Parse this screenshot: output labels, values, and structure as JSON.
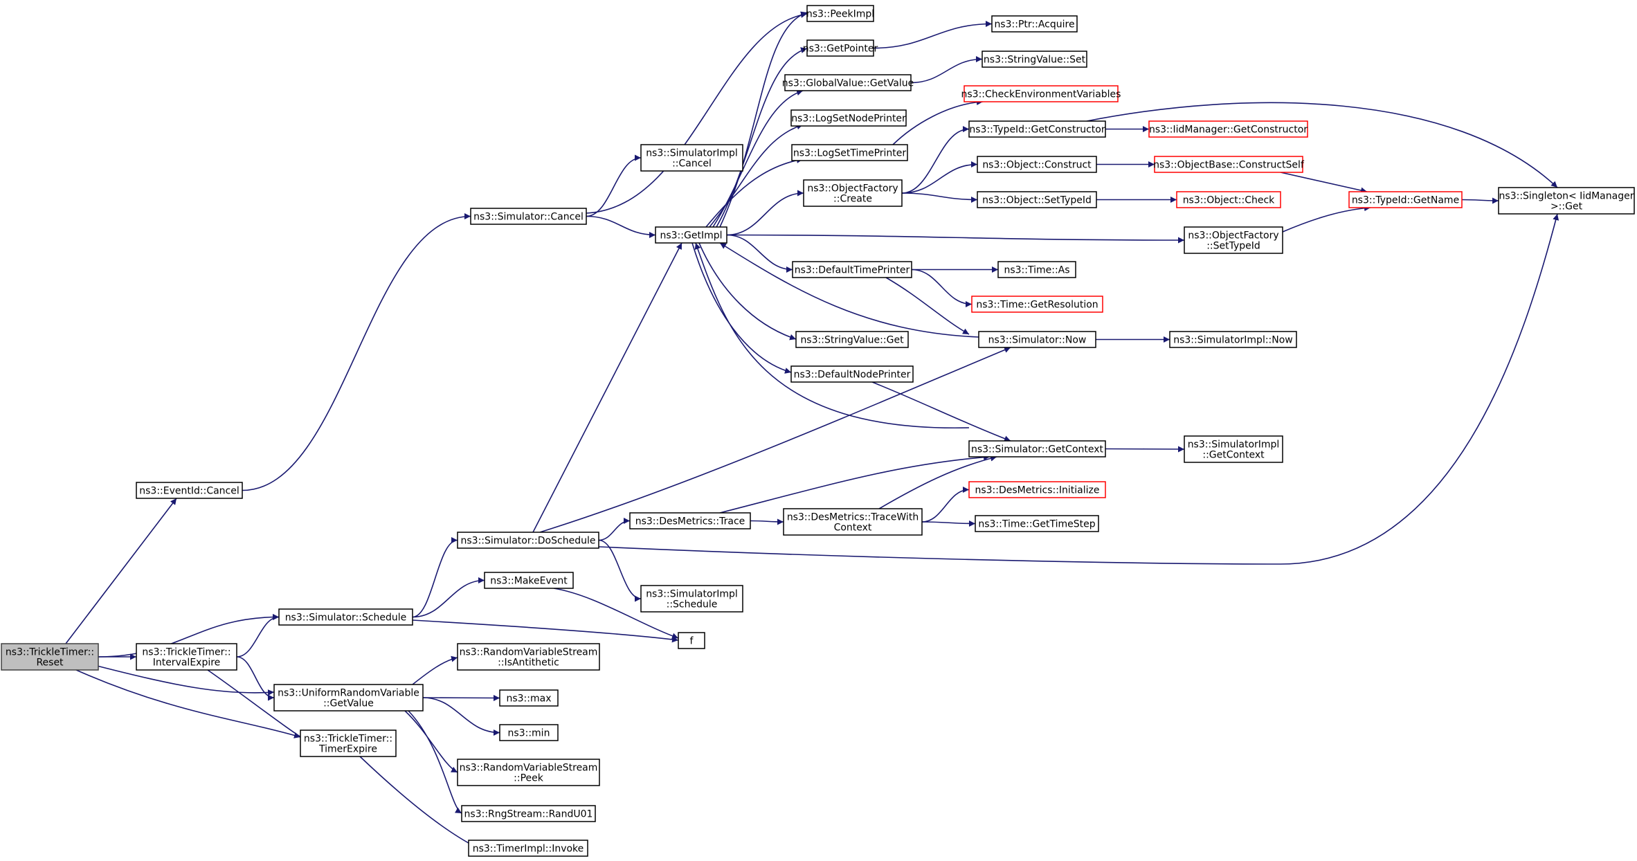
{
  "diagram": {
    "colors": {
      "edge": "#191970",
      "node_border": "#000000",
      "incomplete_border": "#ff0000",
      "root_fill": "#bfbfbf"
    },
    "nodes": [
      {
        "id": "reset",
        "lines": [
          "ns3::TrickleTimer::",
          "Reset"
        ],
        "style": "root"
      },
      {
        "id": "eventid_cancel",
        "lines": [
          "ns3::EventId::Cancel"
        ]
      },
      {
        "id": "interval_expire",
        "lines": [
          "ns3::TrickleTimer::",
          "IntervalExpire"
        ]
      },
      {
        "id": "sim_schedule",
        "lines": [
          "ns3::Simulator::Schedule"
        ]
      },
      {
        "id": "urv_getvalue",
        "lines": [
          "ns3::UniformRandomVariable",
          "::GetValue"
        ]
      },
      {
        "id": "timer_expire",
        "lines": [
          "ns3::TrickleTimer::",
          "TimerExpire"
        ]
      },
      {
        "id": "sim_cancel",
        "lines": [
          "ns3::Simulator::Cancel"
        ]
      },
      {
        "id": "sim_doschedule",
        "lines": [
          "ns3::Simulator::DoSchedule"
        ]
      },
      {
        "id": "makeevent",
        "lines": [
          "ns3::MakeEvent"
        ]
      },
      {
        "id": "rvs_isantithetic",
        "lines": [
          "ns3::RandomVariableStream",
          "::IsAntithetic"
        ]
      },
      {
        "id": "max",
        "lines": [
          "ns3::max"
        ]
      },
      {
        "id": "min",
        "lines": [
          "ns3::min"
        ]
      },
      {
        "id": "rvs_peek",
        "lines": [
          "ns3::RandomVariableStream",
          "::Peek"
        ]
      },
      {
        "id": "randu01",
        "lines": [
          "ns3::RngStream::RandU01"
        ]
      },
      {
        "id": "invoke",
        "lines": [
          "ns3::TimerImpl::Invoke"
        ]
      },
      {
        "id": "simimpl_cancel",
        "lines": [
          "ns3::SimulatorImpl",
          "::Cancel"
        ]
      },
      {
        "id": "getimpl",
        "lines": [
          "ns3::GetImpl"
        ]
      },
      {
        "id": "desmetrics_trace",
        "lines": [
          "ns3::DesMetrics::Trace"
        ]
      },
      {
        "id": "simimpl_schedule",
        "lines": [
          "ns3::SimulatorImpl",
          "::Schedule"
        ]
      },
      {
        "id": "f",
        "lines": [
          "f"
        ]
      },
      {
        "id": "peekimpl",
        "lines": [
          "ns3::PeekImpl"
        ]
      },
      {
        "id": "getpointer",
        "lines": [
          "ns3::GetPointer"
        ]
      },
      {
        "id": "gv_getvalue",
        "lines": [
          "ns3::GlobalValue::GetValue"
        ]
      },
      {
        "id": "logsetnodeprinter",
        "lines": [
          "ns3::LogSetNodePrinter"
        ]
      },
      {
        "id": "logsettimeprinter",
        "lines": [
          "ns3::LogSetTimePrinter"
        ]
      },
      {
        "id": "objfactory_create",
        "lines": [
          "ns3::ObjectFactory",
          "::Create"
        ]
      },
      {
        "id": "defaulttimeprinter",
        "lines": [
          "ns3::DefaultTimePrinter"
        ]
      },
      {
        "id": "stringvalue_get",
        "lines": [
          "ns3::StringValue::Get"
        ]
      },
      {
        "id": "defaultnodeprinter",
        "lines": [
          "ns3::DefaultNodePrinter"
        ]
      },
      {
        "id": "desmetrics_tracewithcontext",
        "lines": [
          "ns3::DesMetrics::TraceWith",
          "Context"
        ]
      },
      {
        "id": "ptr_acquire",
        "lines": [
          "ns3::Ptr::Acquire"
        ]
      },
      {
        "id": "stringvalue_set",
        "lines": [
          "ns3::StringValue::Set"
        ]
      },
      {
        "id": "checkenv",
        "lines": [
          "ns3::CheckEnvironmentVariables"
        ],
        "style": "red"
      },
      {
        "id": "typeid_getconstructor",
        "lines": [
          "ns3::TypeId::GetConstructor"
        ]
      },
      {
        "id": "object_construct",
        "lines": [
          "ns3::Object::Construct"
        ]
      },
      {
        "id": "object_settypeid",
        "lines": [
          "ns3::Object::SetTypeId"
        ]
      },
      {
        "id": "time_as",
        "lines": [
          "ns3::Time::As"
        ]
      },
      {
        "id": "time_getresolution",
        "lines": [
          "ns3::Time::GetResolution"
        ],
        "style": "red"
      },
      {
        "id": "sim_now",
        "lines": [
          "ns3::Simulator::Now"
        ]
      },
      {
        "id": "sim_getcontext",
        "lines": [
          "ns3::Simulator::GetContext"
        ]
      },
      {
        "id": "desmetrics_initialize",
        "lines": [
          "ns3::DesMetrics::Initialize"
        ],
        "style": "red"
      },
      {
        "id": "time_gettimestep",
        "lines": [
          "ns3::Time::GetTimeStep"
        ]
      },
      {
        "id": "iidmanager_getconstructor",
        "lines": [
          "ns3::IidManager::GetConstructor"
        ],
        "style": "red"
      },
      {
        "id": "objectbase_constructself",
        "lines": [
          "ns3::ObjectBase::ConstructSelf"
        ],
        "style": "red"
      },
      {
        "id": "object_check",
        "lines": [
          "ns3::Object::Check"
        ],
        "style": "red"
      },
      {
        "id": "objfactory_settypeid",
        "lines": [
          "ns3::ObjectFactory",
          "::SetTypeId"
        ]
      },
      {
        "id": "simimpl_now",
        "lines": [
          "ns3::SimulatorImpl::Now"
        ]
      },
      {
        "id": "simimpl_getcontext",
        "lines": [
          "ns3::SimulatorImpl",
          "::GetContext"
        ]
      },
      {
        "id": "typeid_getname",
        "lines": [
          "ns3::TypeId::GetName"
        ],
        "style": "red"
      },
      {
        "id": "singleton_get",
        "lines": [
          "ns3::Singleton< IidManager",
          " >::Get"
        ]
      }
    ],
    "edges": [
      [
        "reset",
        "eventid_cancel"
      ],
      [
        "reset",
        "interval_expire"
      ],
      [
        "reset",
        "sim_schedule"
      ],
      [
        "reset",
        "urv_getvalue"
      ],
      [
        "reset",
        "timer_expire"
      ],
      [
        "eventid_cancel",
        "sim_cancel"
      ],
      [
        "interval_expire",
        "sim_schedule"
      ],
      [
        "interval_expire",
        "urv_getvalue"
      ],
      [
        "interval_expire",
        "timer_expire"
      ],
      [
        "sim_schedule",
        "sim_doschedule"
      ],
      [
        "sim_schedule",
        "makeevent"
      ],
      [
        "sim_schedule",
        "f"
      ],
      [
        "urv_getvalue",
        "rvs_isantithetic"
      ],
      [
        "urv_getvalue",
        "max"
      ],
      [
        "urv_getvalue",
        "min"
      ],
      [
        "urv_getvalue",
        "rvs_peek"
      ],
      [
        "urv_getvalue",
        "randu01"
      ],
      [
        "timer_expire",
        "invoke"
      ],
      [
        "sim_cancel",
        "simimpl_cancel"
      ],
      [
        "sim_cancel",
        "getimpl"
      ],
      [
        "sim_cancel",
        "peekimpl"
      ],
      [
        "sim_doschedule",
        "getimpl"
      ],
      [
        "sim_doschedule",
        "desmetrics_trace"
      ],
      [
        "sim_doschedule",
        "simimpl_schedule"
      ],
      [
        "sim_doschedule",
        "sim_now"
      ],
      [
        "sim_doschedule",
        "singleton_get"
      ],
      [
        "makeevent",
        "f"
      ],
      [
        "getimpl",
        "peekimpl"
      ],
      [
        "getimpl",
        "getpointer"
      ],
      [
        "getimpl",
        "gv_getvalue"
      ],
      [
        "getimpl",
        "logsetnodeprinter"
      ],
      [
        "getimpl",
        "logsettimeprinter"
      ],
      [
        "getimpl",
        "objfactory_create"
      ],
      [
        "getimpl",
        "objfactory_settypeid"
      ],
      [
        "getimpl",
        "defaulttimeprinter"
      ],
      [
        "getimpl",
        "stringvalue_get"
      ],
      [
        "getimpl",
        "defaultnodeprinter"
      ],
      [
        "getpointer",
        "ptr_acquire"
      ],
      [
        "gv_getvalue",
        "stringvalue_set"
      ],
      [
        "logsettimeprinter",
        "checkenv"
      ],
      [
        "objfactory_create",
        "typeid_getconstructor"
      ],
      [
        "objfactory_create",
        "object_construct"
      ],
      [
        "objfactory_create",
        "object_settypeid"
      ],
      [
        "typeid_getconstructor",
        "iidmanager_getconstructor"
      ],
      [
        "typeid_getconstructor",
        "singleton_get"
      ],
      [
        "object_construct",
        "objectbase_constructself"
      ],
      [
        "object_settypeid",
        "object_check"
      ],
      [
        "objectbase_constructself",
        "typeid_getname"
      ],
      [
        "objfactory_settypeid",
        "typeid_getname"
      ],
      [
        "typeid_getname",
        "singleton_get"
      ],
      [
        "defaulttimeprinter",
        "time_as"
      ],
      [
        "defaulttimeprinter",
        "time_getresolution"
      ],
      [
        "defaulttimeprinter",
        "sim_now"
      ],
      [
        "defaultnodeprinter",
        "sim_getcontext"
      ],
      [
        "sim_now",
        "getimpl"
      ],
      [
        "sim_now",
        "simimpl_now"
      ],
      [
        "sim_getcontext",
        "getimpl"
      ],
      [
        "sim_getcontext",
        "simimpl_getcontext"
      ],
      [
        "desmetrics_trace",
        "desmetrics_tracewithcontext"
      ],
      [
        "desmetrics_trace",
        "sim_getcontext"
      ],
      [
        "desmetrics_tracewithcontext",
        "sim_getcontext"
      ],
      [
        "desmetrics_tracewithcontext",
        "desmetrics_initialize"
      ],
      [
        "desmetrics_tracewithcontext",
        "time_gettimestep"
      ]
    ]
  }
}
